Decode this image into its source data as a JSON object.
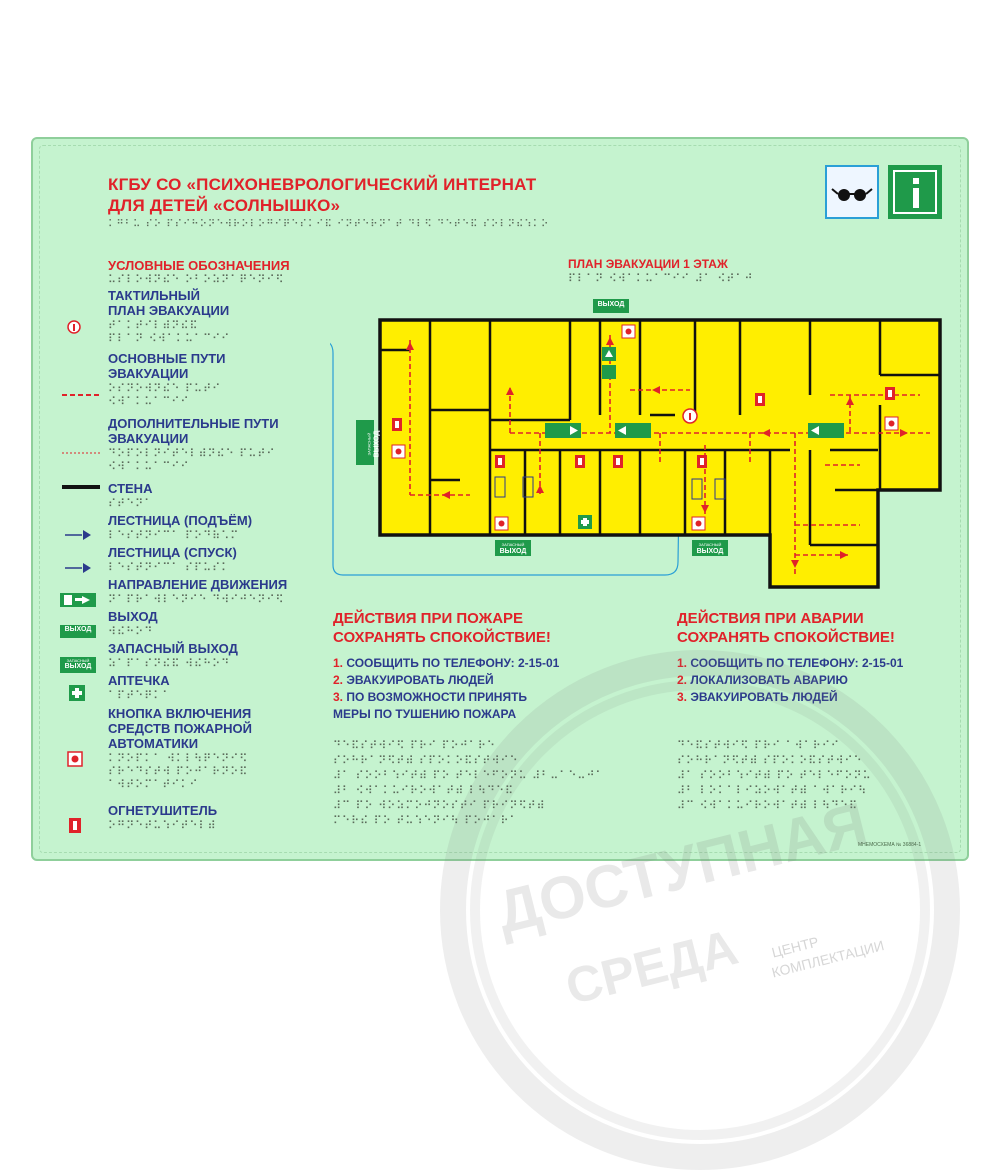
{
  "header": {
    "title_line1": "КГБУ СО «ПСИХОНЕВРОЛОГИЧЕСКИЙ ИНТЕРНАТ",
    "title_line2": "ДЛЯ ДЕТЕЙ «СОЛНЫШКО»",
    "braille": "⠅⠛⠃⠥ ⠎⠕ ⠏⠎⠊⠓⠕⠝⠑⠺⠗⠕⠇⠕⠛⠊⠟⠑⠎⠅⠊⠯ ⠊⠝⠞⠑⠗⠝⠁⠞ ⠙⠇⠫ ⠙⠑⠞⠑⠯ ⠎⠕⠇⠝⠮⠱⠅⠕"
  },
  "legend": {
    "heading": "УСЛОВНЫЕ ОБОЗНАЧЕНИЯ",
    "heading_braille": "⠥⠎⠇⠕⠺⠝⠮⠑ ⠕⠃⠕⠵⠝⠁⠟⠑⠝⠊⠫",
    "items": [
      {
        "label": "ТАКТИЛЬНЫЙ\nПЛАН ЭВАКУАЦИИ",
        "braille": "⠞⠁⠅⠞⠊⠇⠾⠝⠮⠯\n⠏⠇⠁⠝ ⠪⠺⠁⠅⠥⠁⠉⠊⠊"
      },
      {
        "label": "ОСНОВНЫЕ ПУТИ\nЭВАКУАЦИИ",
        "braille": "⠕⠎⠝⠕⠺⠝⠮⠑ ⠏⠥⠞⠊\n⠪⠺⠁⠅⠥⠁⠉⠊⠊"
      },
      {
        "label": "ДОПОЛНИТЕЛЬНЫЕ ПУТИ\nЭВАКУАЦИИ",
        "braille": "⠙⠕⠏⠕⠇⠝⠊⠞⠑⠇⠾⠝⠮⠑ ⠏⠥⠞⠊\n⠪⠺⠁⠅⠥⠁⠉⠊⠊"
      },
      {
        "label": "СТЕНА",
        "braille": "⠎⠞⠑⠝⠁"
      },
      {
        "label": "ЛЕСТНИЦА (ПОДЪЁМ)",
        "braille": "⠇⠑⠎⠞⠝⠊⠉⠁ ⠏⠕⠙⠷⠡⠍"
      },
      {
        "label": "ЛЕСТНИЦА (СПУСК)",
        "braille": "⠇⠑⠎⠞⠝⠊⠉⠁ ⠎⠏⠥⠎⠅"
      },
      {
        "label": "НАПРАВЛЕНИЕ ДВИЖЕНИЯ",
        "braille": "⠝⠁⠏⠗⠁⠺⠇⠑⠝⠊⠑ ⠙⠺⠊⠚⠑⠝⠊⠫"
      },
      {
        "label": "ВЫХОД",
        "braille": "⠺⠮⠓⠕⠙"
      },
      {
        "label": "ЗАПАСНЫЙ ВЫХОД",
        "braille": "⠵⠁⠏⠁⠎⠝⠮⠯ ⠺⠮⠓⠕⠙"
      },
      {
        "label": "АПТЕЧКА",
        "braille": "⠁⠏⠞⠑⠟⠅⠁"
      },
      {
        "label": "КНОПКА ВКЛЮЧЕНИЯ\nСРЕДСТВ ПОЖАРНОЙ\nАВТОМАТИКИ",
        "braille": "⠅⠝⠕⠏⠅⠁ ⠺⠅⠇⠳⠟⠑⠝⠊⠫\n⠎⠗⠑⠙⠎⠞⠺ ⠏⠕⠚⠁⠗⠝⠕⠯\n⠁⠺⠞⠕⠍⠁⠞⠊⠅⠊"
      },
      {
        "label": "ОГНЕТУШИТЕЛЬ",
        "braille": "⠕⠛⠝⠑⠞⠥⠱⠊⠞⠑⠇⠾"
      }
    ]
  },
  "plan": {
    "title": "ПЛАН ЭВАКУАЦИИ 1 ЭТАЖ",
    "title_braille": "⠏⠇⠁⠝ ⠪⠺⠁⠅⠥⠁⠉⠊⠊ ⠼⠁ ⠪⠞⠁⠚",
    "exit_label": "ВЫХОД",
    "spare_exit_small": "ЗАПАСНЫЙ",
    "spare_exit_big": "ВЫХОД"
  },
  "fire": {
    "title_line1": "ДЕЙСТВИЯ ПРИ ПОЖАРЕ",
    "title_line2": "СОХРАНЯТЬ СПОКОЙСТВИЕ!",
    "items": [
      {
        "num": "1.",
        "text": "СООБЩИТЬ ПО ТЕЛЕФОНУ: 2-15-01"
      },
      {
        "num": "2.",
        "text": "ЭВАКУИРОВАТЬ ЛЮДЕЙ"
      },
      {
        "num": "3.",
        "text": "ПО ВОЗМОЖНОСТИ ПРИНЯТЬ"
      }
    ],
    "item3_line2": "МЕРЫ ПО ТУШЕНИЮ ПОЖАРА",
    "braille": "⠙⠑⠯⠎⠞⠺⠊⠫ ⠏⠗⠊ ⠏⠕⠚⠁⠗⠑\n⠎⠕⠓⠗⠁⠝⠫⠞⠾ ⠎⠏⠕⠅⠕⠯⠎⠞⠺⠊⠑\n⠼⠁ ⠎⠕⠕⠃⠱⠊⠞⠾ ⠏⠕ ⠞⠑⠇⠑⠋⠕⠝⠥ ⠼⠃⠤⠁⠑⠤⠚⠁\n⠼⠃ ⠪⠺⠁⠅⠥⠊⠗⠕⠺⠁⠞⠾ ⠇⠳⠙⠑⠯\n⠼⠉ ⠏⠕ ⠺⠕⠵⠍⠕⠚⠝⠕⠎⠞⠊ ⠏⠗⠊⠝⠫⠞⠾\n⠍⠑⠗⠮ ⠏⠕ ⠞⠥⠱⠑⠝⠊⠳ ⠏⠕⠚⠁⠗⠁"
  },
  "accident": {
    "title_line1": "ДЕЙСТВИЯ ПРИ АВАРИИ",
    "title_line2": "СОХРАНЯТЬ СПОКОЙСТВИЕ!",
    "items": [
      {
        "num": "1.",
        "text": "СООБЩИТЬ ПО ТЕЛЕФОНУ: 2-15-01"
      },
      {
        "num": "2.",
        "text": "ЛОКАЛИЗОВАТЬ АВАРИЮ"
      },
      {
        "num": "3.",
        "text": "ЭВАКУИРОВАТЬ ЛЮДЕЙ"
      }
    ],
    "braille": "⠙⠑⠯⠎⠞⠺⠊⠫ ⠏⠗⠊ ⠁⠺⠁⠗⠊⠊\n⠎⠕⠓⠗⠁⠝⠫⠞⠾ ⠎⠏⠕⠅⠕⠯⠎⠞⠺⠊⠑\n⠼⠁ ⠎⠕⠕⠃⠱⠊⠞⠾ ⠏⠕ ⠞⠑⠇⠑⠋⠕⠝⠥\n⠼⠃ ⠇⠕⠅⠁⠇⠊⠵⠕⠺⠁⠞⠾ ⠁⠺⠁⠗⠊⠳\n⠼⠉ ⠪⠺⠁⠅⠥⠊⠗⠕⠺⠁⠞⠾ ⠇⠳⠙⠑⠯"
  },
  "footer_code": "МНЕМОСХЕМА № 36884-1",
  "watermark": {
    "line1": "ДОСТУПНАЯ",
    "line2": "СРЕДА",
    "sub1": "ЦЕНТР",
    "sub2": "КОМПЛЕКТАЦИИ"
  },
  "icons": {
    "accent_red": "#e0222a",
    "exit_green": "#1f9a4a",
    "text_blue": "#2b3a8c",
    "plan_yellow": "#ffee00",
    "board_green": "#c5f3cf"
  }
}
